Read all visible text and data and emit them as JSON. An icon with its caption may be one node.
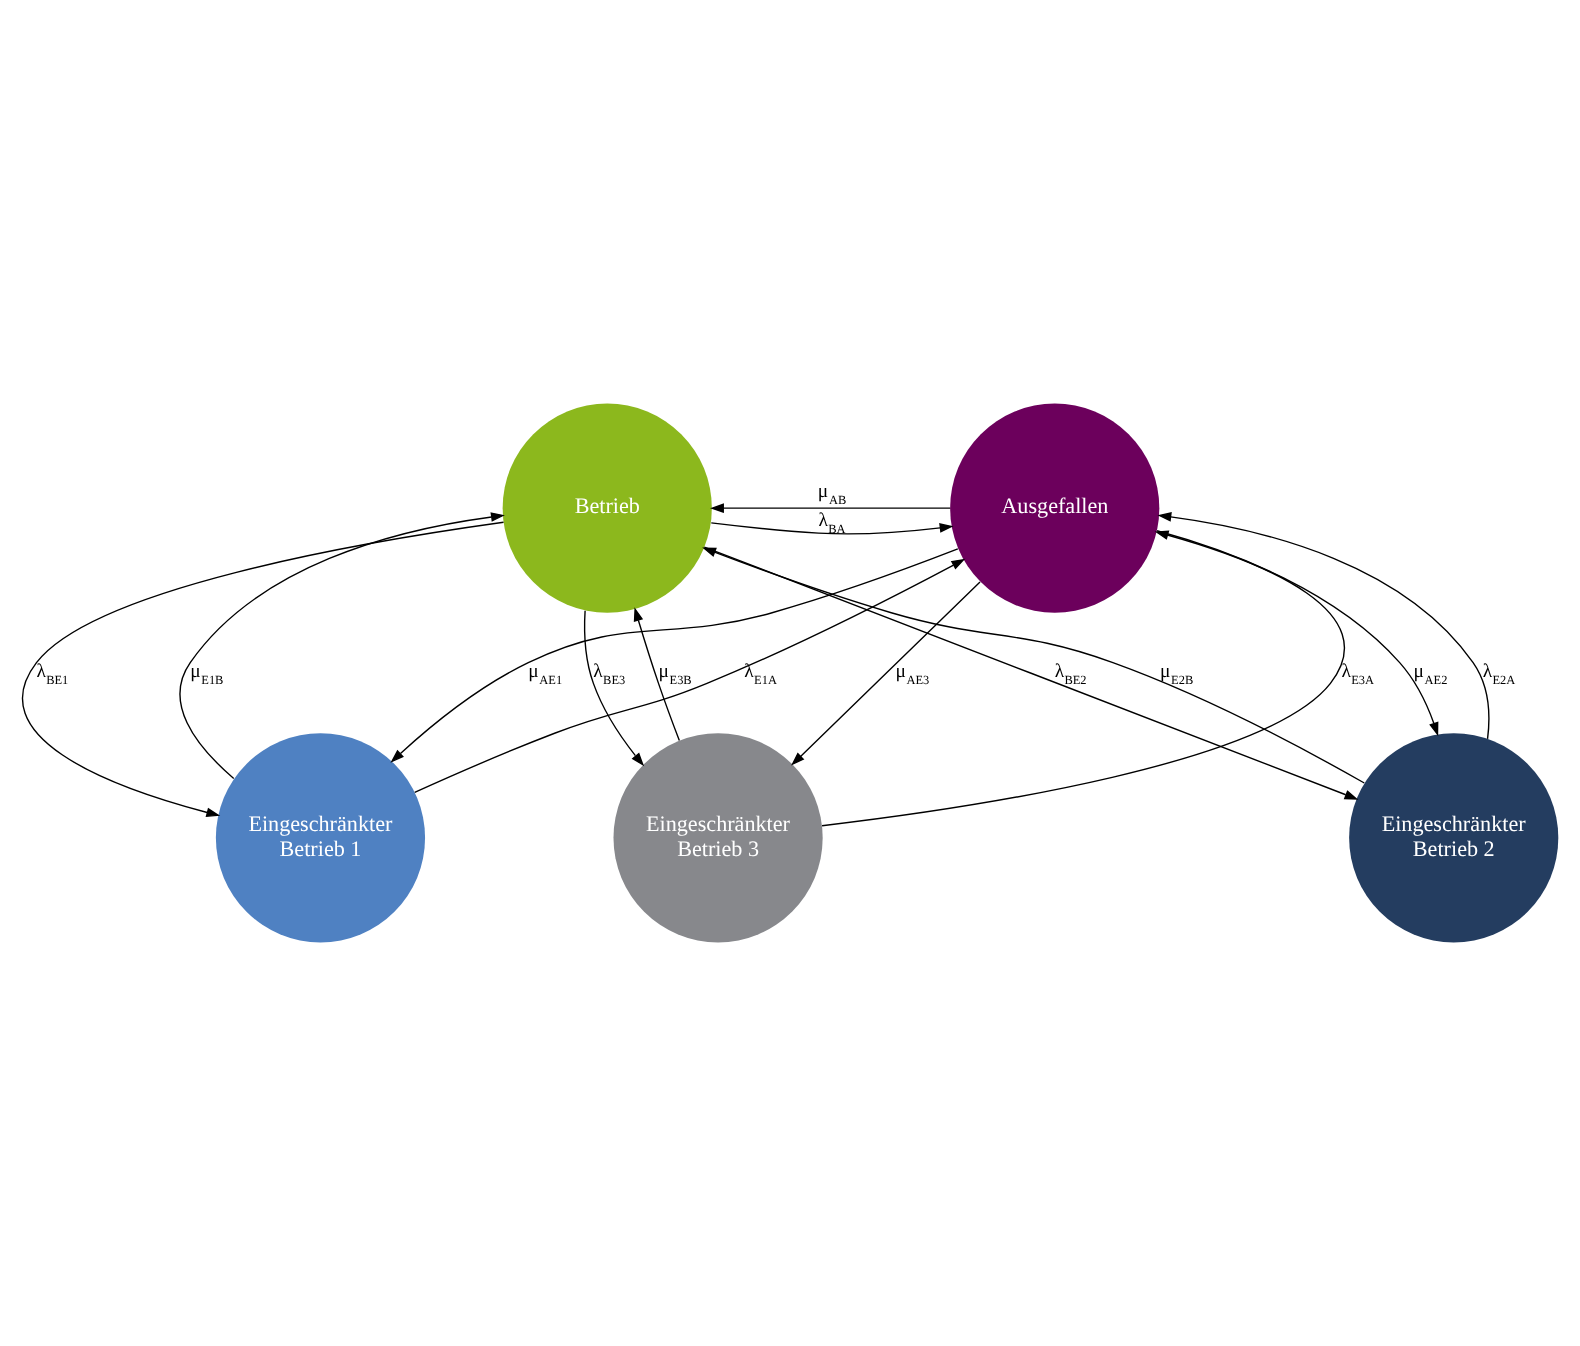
{
  "diagram": {
    "nodes": [
      {
        "text": [
          "Betrieb"
        ]
      },
      {
        "text": [
          "Ausgefallen"
        ]
      },
      {
        "text": [
          "Eingeschränkter Betrieb 1"
        ]
      },
      {
        "text": [
          "Eingeschränkter Betrieb 2"
        ]
      },
      {
        "text": [
          "Eingeschränkter Betrieb 3"
        ]
      }
    ],
    "edges": [
      {
        "from": 0,
        "to": 1,
        "arrow": "to",
        "label": "λ$_{BA}$"
      },
      {
        "from": 1,
        "to": 0,
        "arrow": "to",
        "label": "μ$_{AB}$"
      },
      {
        "from": 0,
        "to": 2,
        "arrow": "to",
        "label": "λ$_{BE1}$"
      },
      {
        "from": 2,
        "to": 0,
        "arrow": "to",
        "label": "μ$_{E1B}$"
      },
      {
        "from": 1,
        "to": 2,
        "arrow": "to",
        "label": "μ$_{AE1}$"
      },
      {
        "from": 2,
        "to": 1,
        "arrow": "to",
        "label": "λ$_{E1A}$"
      },
      {
        "from": 1,
        "to": 3,
        "arrow": "to",
        "label": "μ$_{AE2}$"
      },
      {
        "from": 3,
        "to": 1,
        "arrow": "to",
        "label": "λ$_{E2A}$"
      },
      {
        "from": 0,
        "to": 3,
        "arrow": "to",
        "label": "λ$_{BE2}$"
      },
      {
        "from": 3,
        "to": 0,
        "arrow": "to",
        "label": "μ$_{E2B}$"
      },
      {
        "from": 4,
        "to": 0,
        "arrow": "to",
        "label": "μ$_{E3B}$"
      },
      {
        "from": 0,
        "to": 4,
        "arrow": "to",
        "label": "λ$_{BE3}$"
      },
      {
        "from": 4,
        "to": 1,
        "arrow": "to",
        "label": "λ$_{E3A}$"
      },
      {
        "from": 1,
        "to": 4,
        "arrow": "to",
        "label": "μ$_{AE3}$"
      }
    ]
  }
}
